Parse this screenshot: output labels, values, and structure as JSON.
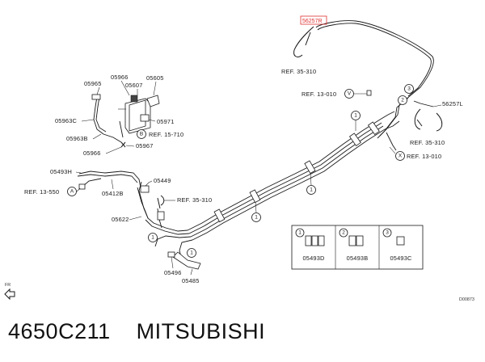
{
  "diagram": {
    "highlighted_part": "56257R",
    "labels": {
      "ref_35_310_top": "REF. 35-310",
      "ref_13_010_v": "REF. 13-010",
      "callout_v": "V",
      "callout_x": "X",
      "ref_13_010_x": "REF. 13-010",
      "p56257l": "56257L",
      "ref_35_310_right": "REF. 35-310",
      "p05965": "05965",
      "p05966_top": "05966",
      "p05607": "05607",
      "p05605": "05605",
      "p05963c": "05963C",
      "p05971": "05971",
      "callout_b": "B",
      "ref_15_710": "REF. 15-710",
      "p05963b": "05963B",
      "p05967": "05967",
      "p05966_bottom": "05966",
      "p05493h": "05493H",
      "p05449": "05449",
      "ref_13_550": "REF. 13-550",
      "callout_a": "A",
      "p05412b": "05412B",
      "ref_35_310_mid": "REF. 35-310",
      "p05622": "05622",
      "p05496": "05496",
      "p05485": "05485",
      "fr": "FR",
      "code": "D00873"
    },
    "callouts": [
      "1",
      "1",
      "1",
      "1",
      "1",
      "2",
      "3"
    ],
    "legend": [
      {
        "num": "1",
        "part": "05493D"
      },
      {
        "num": "2",
        "part": "05493B"
      },
      {
        "num": "3",
        "part": "05493C"
      }
    ]
  },
  "caption": {
    "part_number": "4650C211",
    "brand": "MITSUBISHI"
  }
}
